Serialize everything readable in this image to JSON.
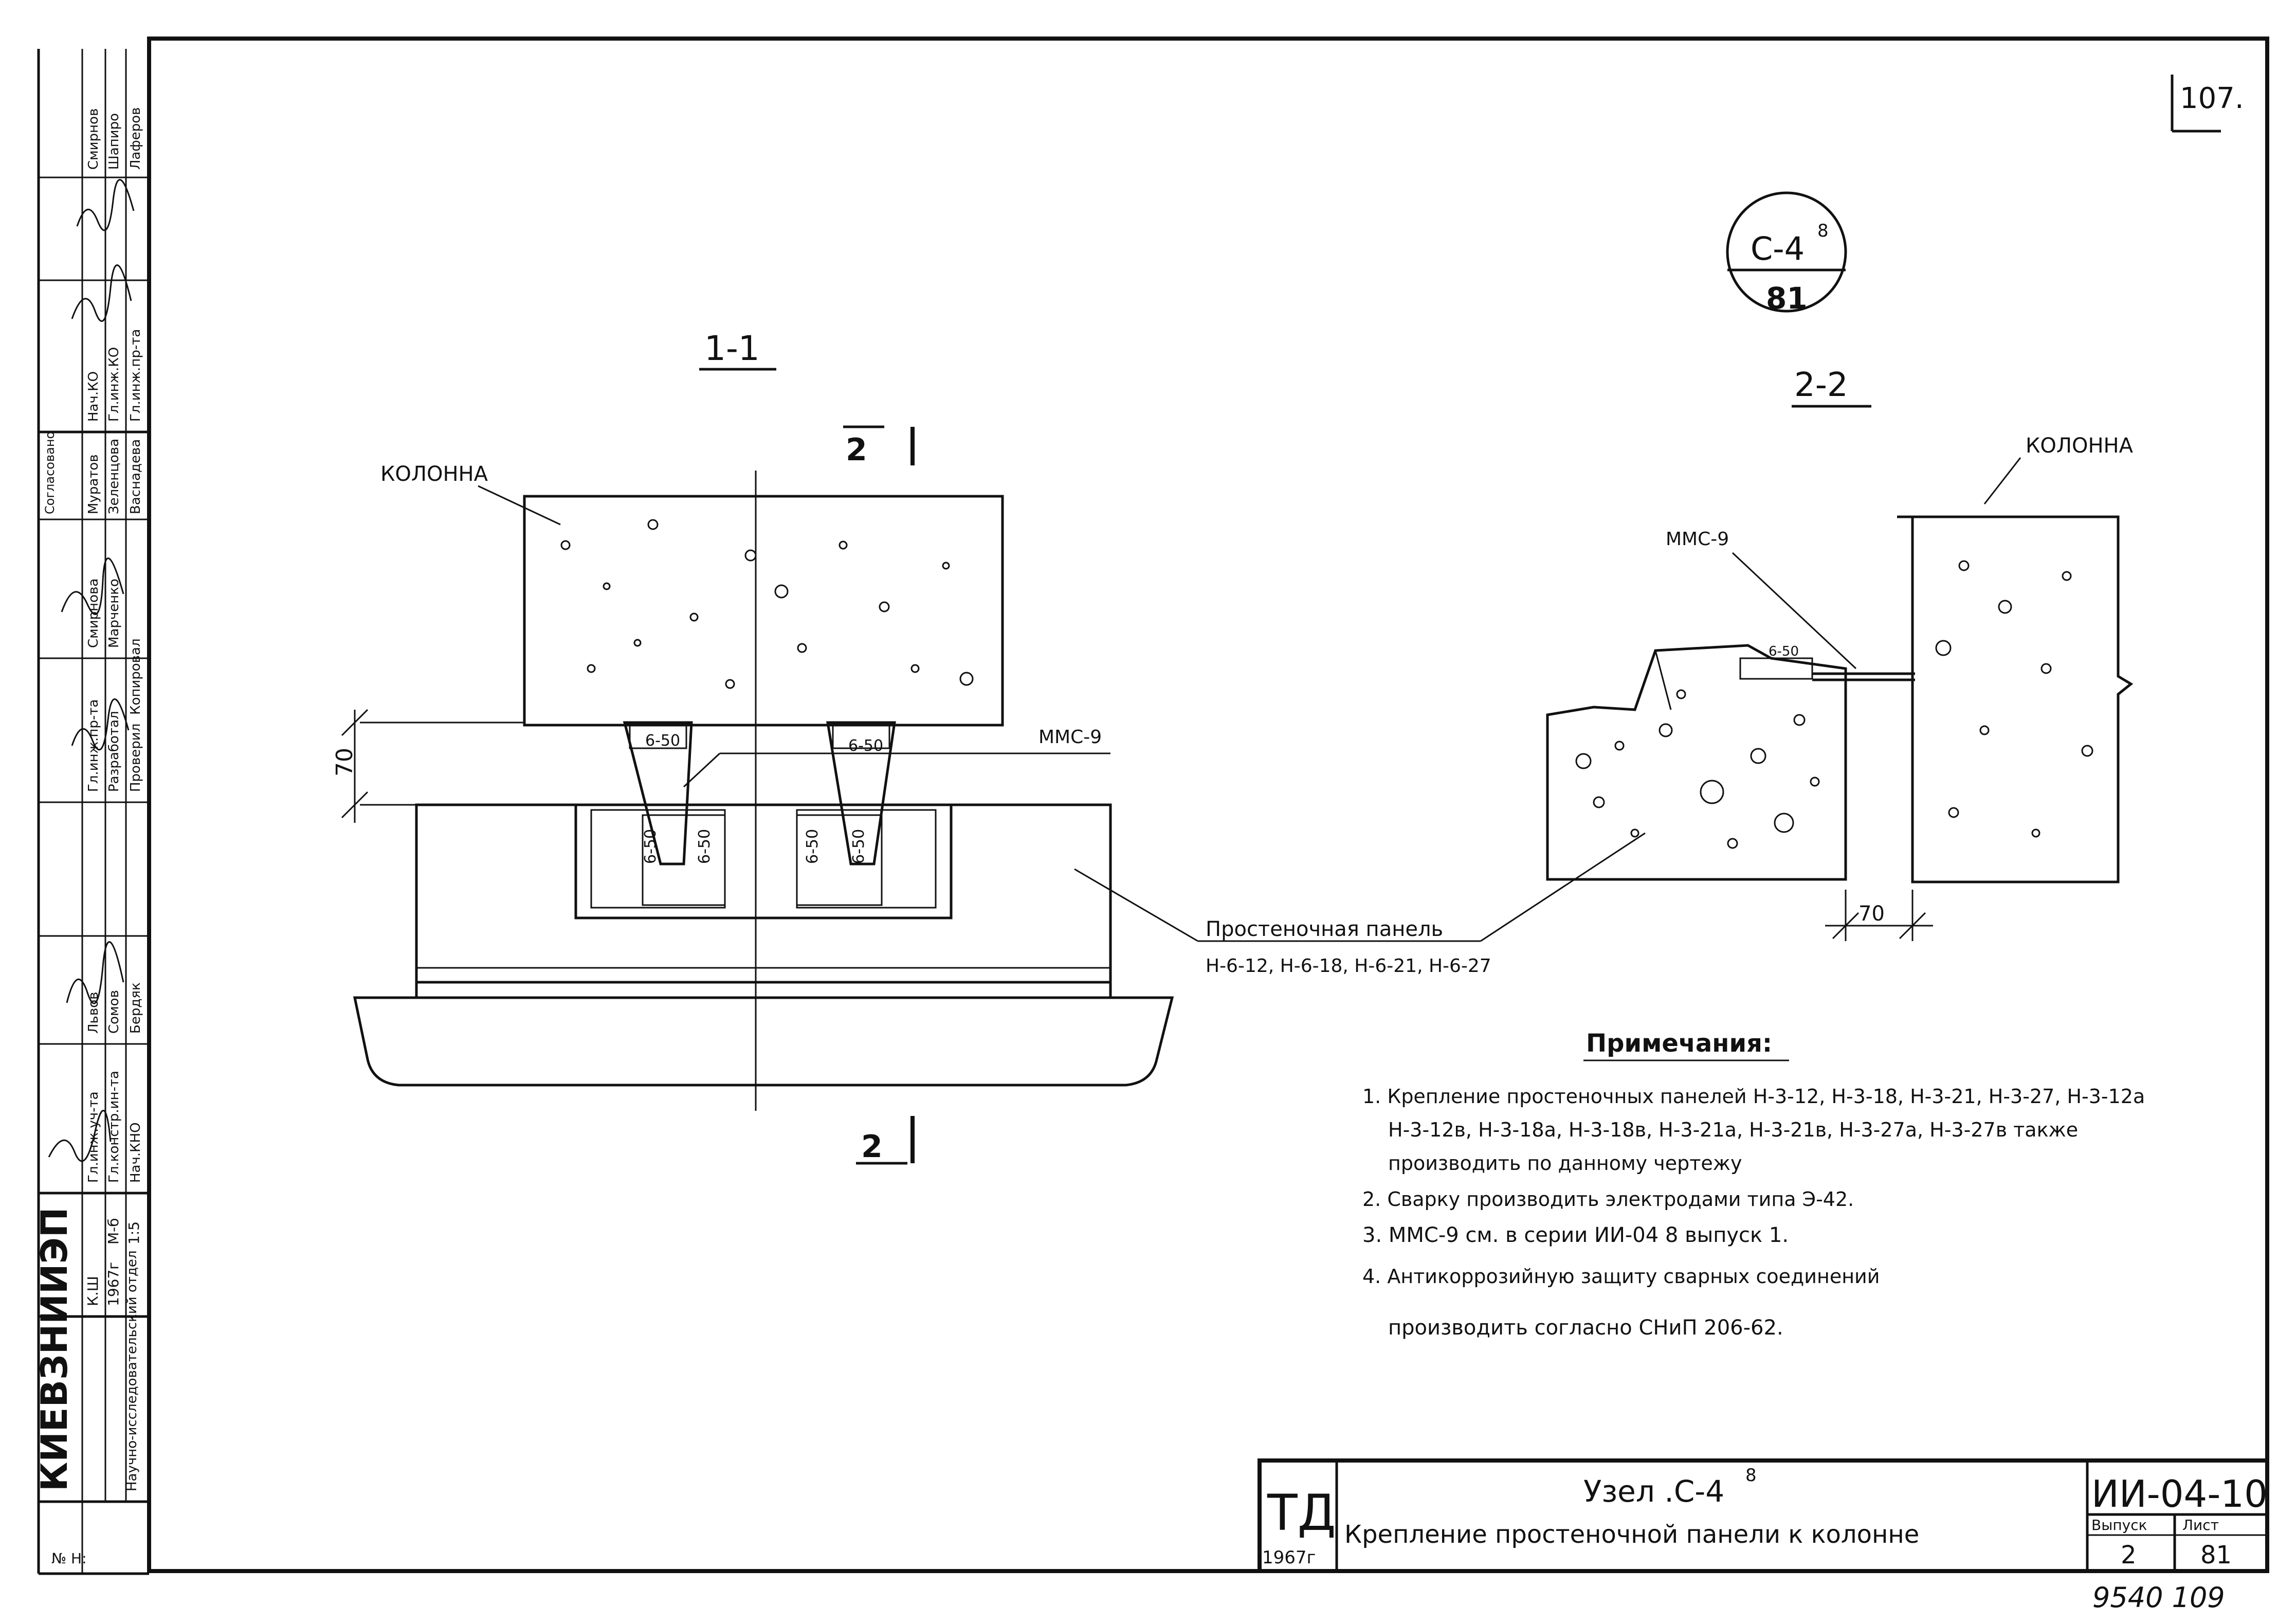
{
  "page_number": "107.",
  "node_marker": {
    "top": "С-4",
    "top_sup": "8",
    "bottom": "81"
  },
  "section_1": {
    "label": "1-1",
    "cut_label_top": "2",
    "cut_label_bottom": "2",
    "column_label": "КОЛОННА",
    "mms_label": "ММС-9",
    "dim_70": "70",
    "weld_marks": [
      "6-50",
      "6-50",
      "6-50",
      "6-50",
      "6-50",
      "6-50"
    ],
    "panel_label_line1": "Простеночная панель",
    "panel_label_line2": "Н-6-12, Н-6-18, Н-6-21, Н-6-27"
  },
  "section_2": {
    "label": "2-2",
    "column_label": "КОЛОННА",
    "mms_label": "ММС-9",
    "weld_mark": "6-50",
    "dim_70": "70"
  },
  "notes": {
    "title": "Примечания:",
    "items": [
      "1. Крепление простеночных панелей Н-3-12, Н-3-18, Н-3-21, Н-3-27, Н-3-12а",
      "Н-3-12в, Н-3-18а, Н-3-18в, Н-3-21а, Н-3-21в, Н-3-27а, Н-3-27в также",
      "производить по данному чертежу",
      "2. Сварку производить электродами типа Э-42.",
      "3. ММС-9 см. в серии ИИ-04 8 выпуск 1.",
      "4. Антикоррозийную защиту сварных соединений",
      "производить согласно СНиП 206-62."
    ]
  },
  "title_block": {
    "td": "ТД",
    "year": "1967г",
    "node_title": "Узел .С-4",
    "node_title_sup": "8",
    "description": "Крепление простеночной панели к колонне",
    "series": "ИИ-04-10",
    "issue_label": "Выпуск",
    "issue_value": "2",
    "sheet_label": "Лист",
    "sheet_value": "81"
  },
  "bottom_note": "9540  109",
  "side_stamp": {
    "org": "КИЕВЗНИИЭП",
    "dept": "Научно-исследовательский отдел",
    "date_block": [
      "К.Ш",
      "1967г",
      "М-б",
      "1:5"
    ],
    "roles": [
      "Гл.инж.уч-та",
      "Гл.констр.ин-та",
      "Нач.КНО",
      "Гл.инж.пр-та",
      "Разработал",
      "Проверил",
      "Копировал",
      "Нач.КО",
      "Гл.инж.КО",
      "Гл.инж.пр-та",
      "Согласовано"
    ],
    "names": [
      "Львов",
      "Сомов",
      "Бердяк",
      "Смирнова",
      "Марченко",
      "Зеленцова",
      "Муратов",
      "Васнадева",
      "Смирнов",
      "Шапиро",
      "Лаферов"
    ]
  },
  "archive_no": "№ Н:"
}
